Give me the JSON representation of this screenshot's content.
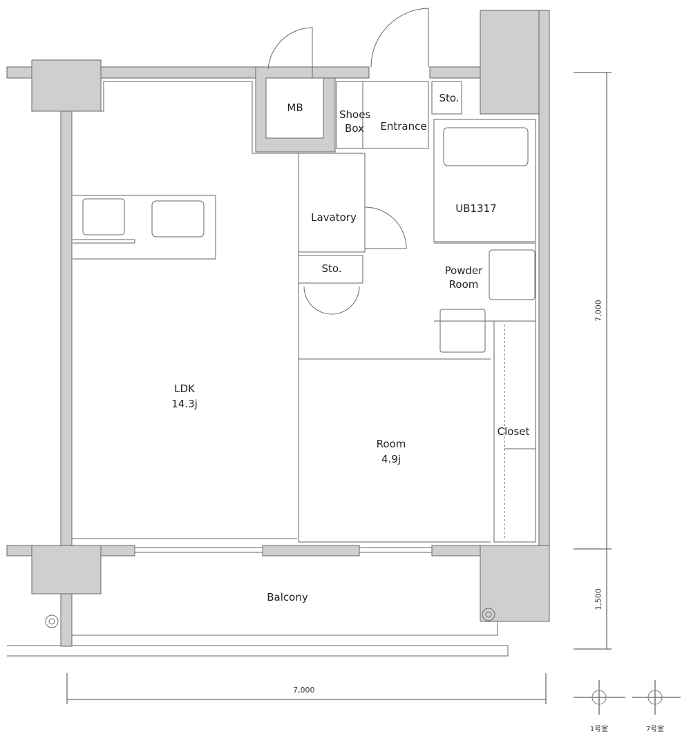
{
  "rooms": {
    "mb": "MB",
    "shoes_box": "Shoes Box",
    "entrance": "Entrance",
    "storage_top": "Sto.",
    "unit_bath": "UB1317",
    "lavatory": "Lavatory",
    "storage_mid": "Sto.",
    "powder_room": "Powder Room",
    "ldk": "LDK",
    "ldk_size": "14.3j",
    "room": "Room",
    "room_size": "4.9j",
    "closet": "Closet",
    "balcony": "Balcony"
  },
  "dimensions": {
    "right_main": "7,000",
    "right_balcony": "1,500",
    "bottom": "7,000"
  },
  "compass": [
    {
      "label": "1号室",
      "north": "left"
    },
    {
      "label": "7号室",
      "north": "right"
    }
  ],
  "colors": {
    "wall": "#cfcfcf",
    "line": "#555555"
  }
}
